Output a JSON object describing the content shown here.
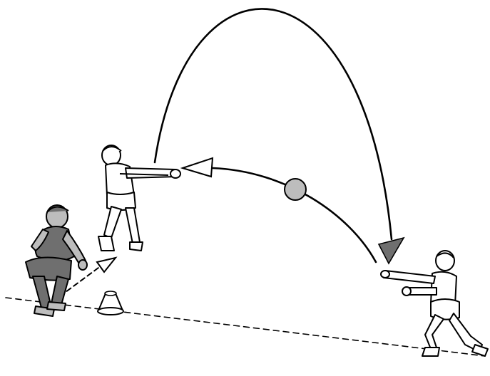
{
  "diagram": {
    "background": "#ffffff",
    "ink_color": "#000000",
    "fill_light": "#ffffff",
    "fill_mid": "#bdbdbd",
    "fill_dark": "#6f6f6f",
    "figures": [
      {
        "role": "crouching-player"
      },
      {
        "role": "throwing-player"
      },
      {
        "role": "catching-player"
      }
    ],
    "objects": [
      "cone",
      "ball"
    ],
    "paths": [
      {
        "kind": "high-arc",
        "arrowhead": "filled"
      },
      {
        "kind": "low-arc",
        "arrowhead": "hollow"
      },
      {
        "kind": "dashed-run",
        "arrowhead": "hollow"
      },
      {
        "kind": "ground-line",
        "style": "dashed"
      }
    ]
  }
}
